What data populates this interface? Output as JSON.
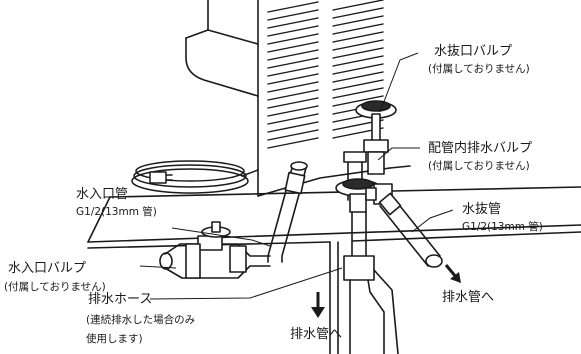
{
  "labels": {
    "drain_valve": {
      "title": "水抜口バルプ",
      "note": "(付属しておりません)"
    },
    "pipe_drain_valve": {
      "title": "配管内排水バルプ",
      "note": "(付属しておりません)"
    },
    "water_drain_pipe": {
      "title": "水抜管",
      "spec": "G1/2(13mm 管)"
    },
    "water_inlet_pipe": {
      "title": "水入口管",
      "spec": "G1/2(13mm 管)"
    },
    "water_inlet_valve": {
      "title": "水入口バルプ",
      "note": "(付属しておりません)"
    },
    "drain_hose": {
      "title": "排水ホース",
      "note_line1": "(連続排水した場合のみ",
      "note_line2": "使用します)"
    },
    "to_drain_center": "排水管へ",
    "to_drain_right": "排水管へ"
  }
}
